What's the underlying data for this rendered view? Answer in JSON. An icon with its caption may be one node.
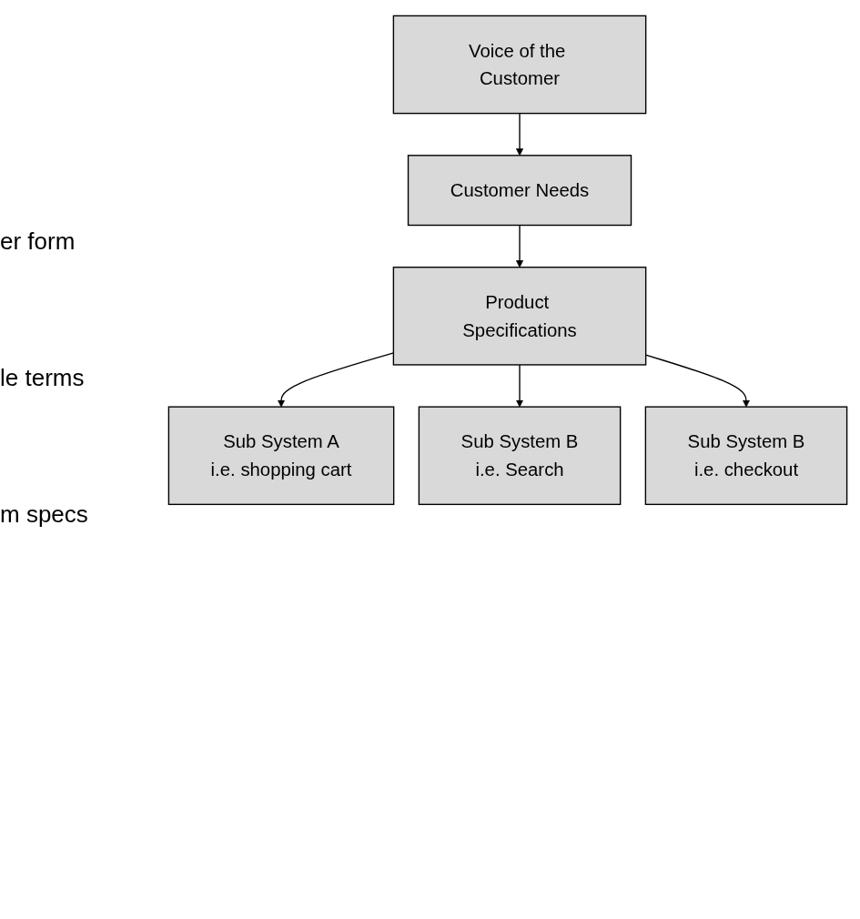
{
  "diagram": {
    "nodes": [
      {
        "text": [
          "Voice of the Customer"
        ]
      },
      {
        "text": [
          "Customer Needs"
        ]
      },
      {
        "text": [
          "Product Specifications"
        ]
      },
      {
        "text": [
          "Sub System A",
          "i.e. shopping cart"
        ]
      },
      {
        "text": [
          "Sub System B",
          "i.e. Search"
        ]
      },
      {
        "text": [
          "Sub System B",
          "i.e. checkout"
        ]
      }
    ],
    "edges": [
      {
        "from": 0,
        "to": 1,
        "arrow": "to"
      },
      {
        "from": 1,
        "to": 2,
        "arrow": "to"
      },
      {
        "from": 2,
        "to": 3,
        "arrow": "to"
      },
      {
        "from": 2,
        "to": 4,
        "arrow": "to"
      },
      {
        "from": 2,
        "to": 5,
        "arrow": "to"
      }
    ],
    "labels": [
      "er form",
      "le terms",
      "m specs"
    ]
  }
}
